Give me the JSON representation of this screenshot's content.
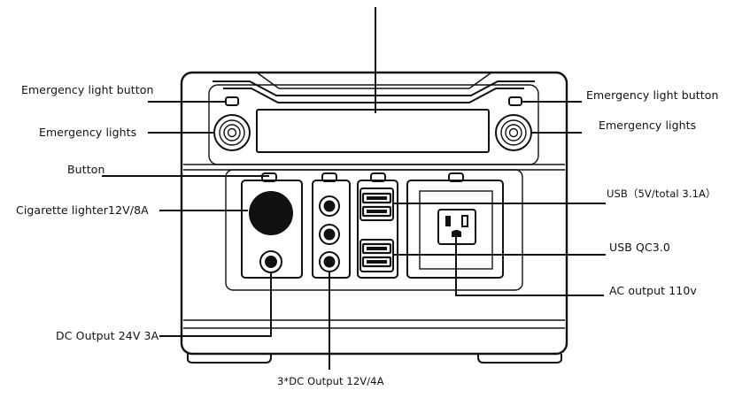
{
  "labels": {
    "emergency_light_button_left": "Emergency light button",
    "emergency_light_button_right": "Emergency light button",
    "emergency_lights_left": "Emergency lights",
    "emergency_lights_right": "Emergency lights",
    "button": "Button",
    "cigarette_lighter": "Cigarette lighter12V/8A",
    "usb": "USB（5V/total 3.1A）",
    "usb_qc": "USB QC3.0",
    "ac_output": "AC output 110v",
    "dc_output": "DC Output 24V 3A",
    "dc_output_3": "3*DC Output 12V/4A"
  }
}
